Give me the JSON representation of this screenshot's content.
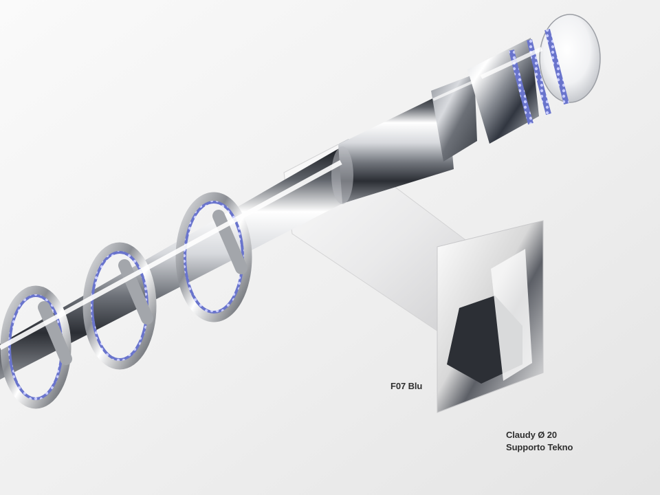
{
  "image": {
    "subject": "chrome curtain rod with rings and bracket",
    "colors": {
      "background": "#ececec",
      "chrome_dark": "#2a2c30",
      "chrome_mid": "#8a8d92",
      "chrome_light": "#ffffff",
      "crystal_blue": "#8c94e6"
    }
  },
  "labels": {
    "finish_code": "F07 Blu",
    "product_name": "Claudy Ø 20",
    "support_name": "Supporto Tekno"
  }
}
